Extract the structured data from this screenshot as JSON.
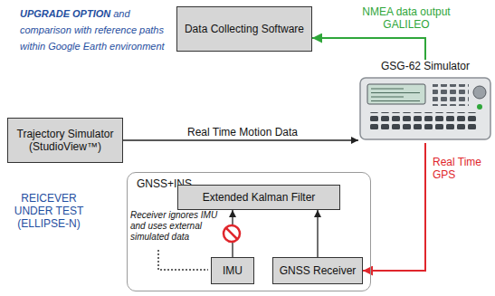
{
  "diagram": {
    "nodes": [
      {
        "text": [
          "Data Collecting Software"
        ]
      },
      {
        "text": [
          "Trajectory Simulator (StudioView™)"
        ]
      },
      {
        "text": [
          "GSG-62 Simulator"
        ]
      },
      {
        "text": [
          "GNSS+INS"
        ]
      },
      {
        "text": [
          "Extended Kalman Filter"
        ],
        "in": 3
      },
      {
        "text": [
          "IMU"
        ],
        "in": 3
      },
      {
        "text": [
          "GNSS Receiver"
        ],
        "in": 3
      }
    ],
    "edges": [
      {
        "from": 2,
        "to": 0,
        "arrow": "to",
        "label": "NMEA data output GALILEO"
      },
      {
        "from": 1,
        "to": 2,
        "arrow": "to",
        "label": "Real Time Motion Data"
      },
      {
        "from": 2,
        "to": 6,
        "arrow": "to",
        "label": "Real Time GPS"
      },
      {
        "from": 5,
        "to": 4,
        "arrow": "to"
      },
      {
        "from": 6,
        "to": 4,
        "arrow": "to"
      }
    ],
    "labels": [
      "UPGRADE OPTION",
      "and comparison with reference paths within Google Earth environment",
      "REICEVER UNDER TEST (ELLIPSE-N)",
      "Receiver ignores IMU and uses external simulated data"
    ]
  }
}
